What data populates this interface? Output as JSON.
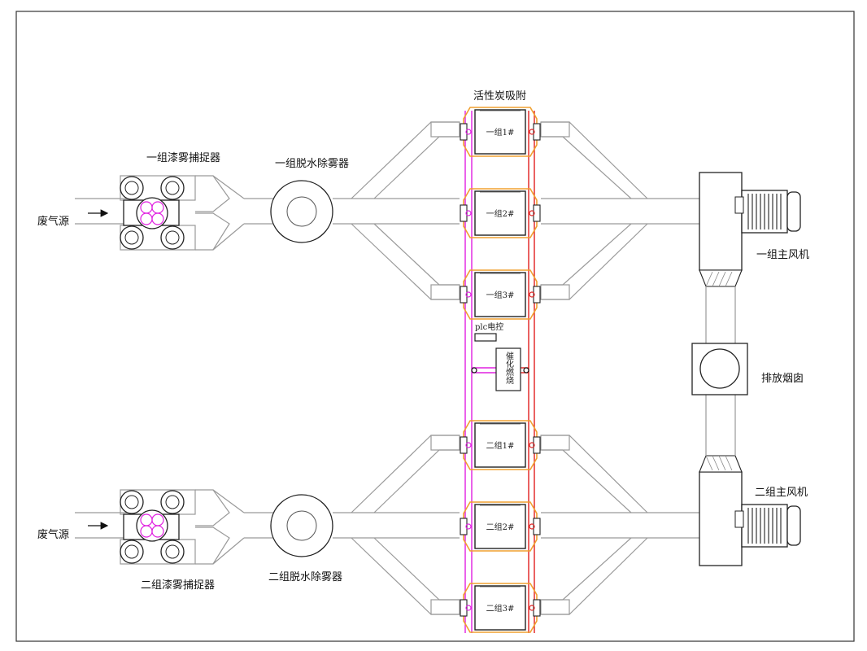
{
  "labels": {
    "waste_gas_source_1": "废气源",
    "waste_gas_source_2": "废气源",
    "paint_mist_catcher_1": "一组漆雾捕捉器",
    "paint_mist_catcher_2": "二组漆雾捕捉器",
    "demister_1": "一组脱水除雾器",
    "demister_2": "二组脱水除雾器",
    "activated_carbon": "活性炭吸附",
    "main_fan_1": "一组主风机",
    "main_fan_2": "二组主风机",
    "chimney": "排放烟囱",
    "plc": "plc电控",
    "catalytic_combustion": "催化燃烧"
  },
  "adsorbers": [
    {
      "label": "一组1#"
    },
    {
      "label": "一组2#"
    },
    {
      "label": "一组3#"
    },
    {
      "label": "二组1#"
    },
    {
      "label": "二组2#"
    },
    {
      "label": "二组3#"
    }
  ],
  "colors": {
    "duct": "#9a9a9a",
    "outline": "#222222",
    "magenta_pipe": "#e020e0",
    "red_pipe": "#e02020",
    "orange_frame": "#f0a030"
  }
}
